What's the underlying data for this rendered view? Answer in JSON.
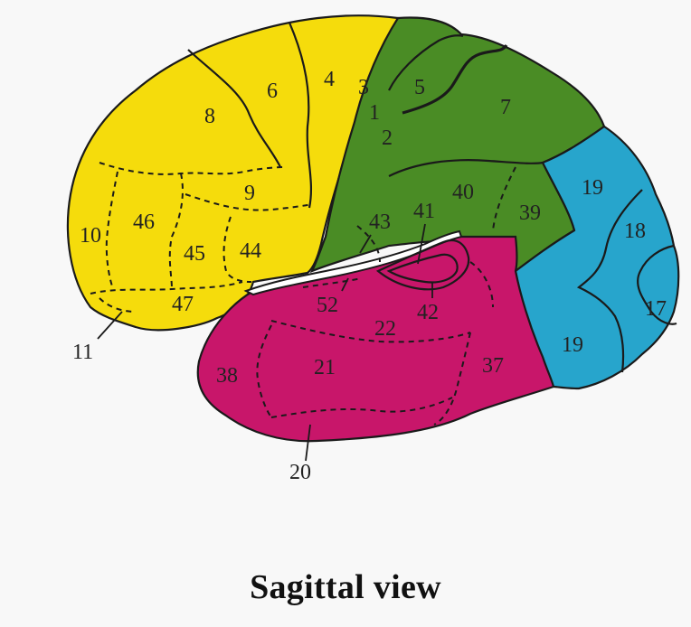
{
  "caption": "Sagittal view",
  "colors": {
    "frontal": "#f5dc0c",
    "parietal": "#4a8c25",
    "occipital": "#27a5cc",
    "temporal": "#c8166a",
    "outline": "#1a1a1a",
    "background": "#f8f8f8"
  },
  "labels": {
    "a1": "1",
    "a2": "2",
    "a3": "3",
    "a4": "4",
    "a5": "5",
    "a6": "6",
    "a7": "7",
    "a8": "8",
    "a9": "9",
    "a10": "10",
    "a11": "11",
    "a17": "17",
    "a18": "18",
    "a19_upper": "19",
    "a19_lower": "19",
    "a20": "20",
    "a21": "21",
    "a22": "22",
    "a37": "37",
    "a38": "38",
    "a39": "39",
    "a40": "40",
    "a41": "41",
    "a42": "42",
    "a43": "43",
    "a44": "44",
    "a45": "45",
    "a46": "46",
    "a47": "47",
    "a52": "52"
  }
}
